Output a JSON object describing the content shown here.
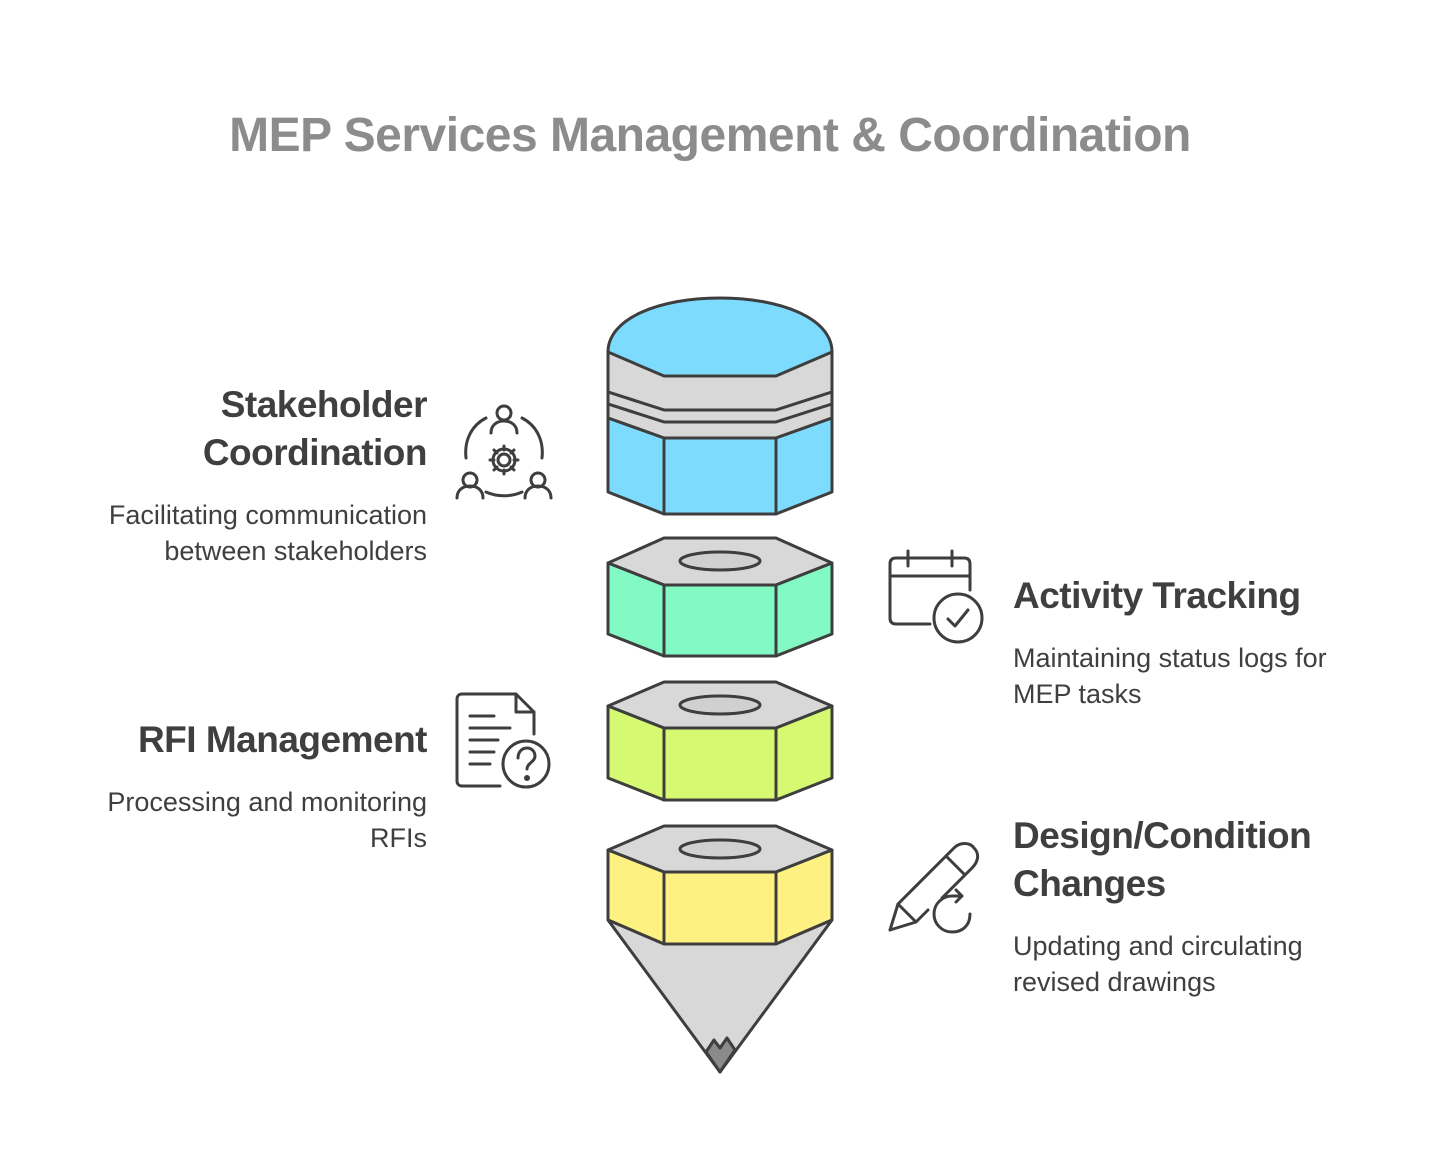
{
  "title": "MEP Services Management & Coordination",
  "colors": {
    "top_segment": "#7ddcfd",
    "segment_2": "#83f9c4",
    "segment_3": "#d5fa72",
    "segment_4": "#fdf182",
    "cap_gray": "#d8d8d8",
    "stroke": "#3e3e3e",
    "title_gray": "#8c8c8c",
    "text": "#3f3f3f"
  },
  "items": [
    {
      "heading": [
        "Stakeholder",
        "Coordination"
      ],
      "description": [
        "Facilitating communication",
        "between stakeholders"
      ],
      "icon": "stakeholder-network-icon",
      "side": "left"
    },
    {
      "heading": [
        "Activity Tracking"
      ],
      "description": [
        "Maintaining status logs for",
        "MEP tasks"
      ],
      "icon": "calendar-check-icon",
      "side": "right"
    },
    {
      "heading": [
        "RFI Management"
      ],
      "description": [
        "Processing and monitoring",
        "RFIs"
      ],
      "icon": "document-question-icon",
      "side": "left"
    },
    {
      "heading": [
        "Design/Condition",
        "Changes"
      ],
      "description": [
        "Updating and circulating",
        "revised drawings"
      ],
      "icon": "pencil-refresh-icon",
      "side": "right"
    }
  ]
}
